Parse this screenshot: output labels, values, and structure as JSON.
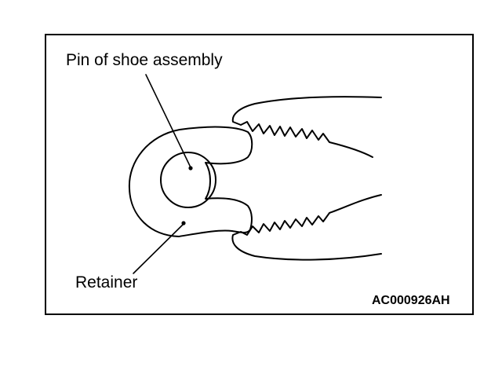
{
  "labels": {
    "pin": "Pin of shoe assembly",
    "retainer": "Retainer",
    "figure_code": "AC000926AH"
  },
  "colors": {
    "line": "#000000",
    "background": "#ffffff"
  }
}
